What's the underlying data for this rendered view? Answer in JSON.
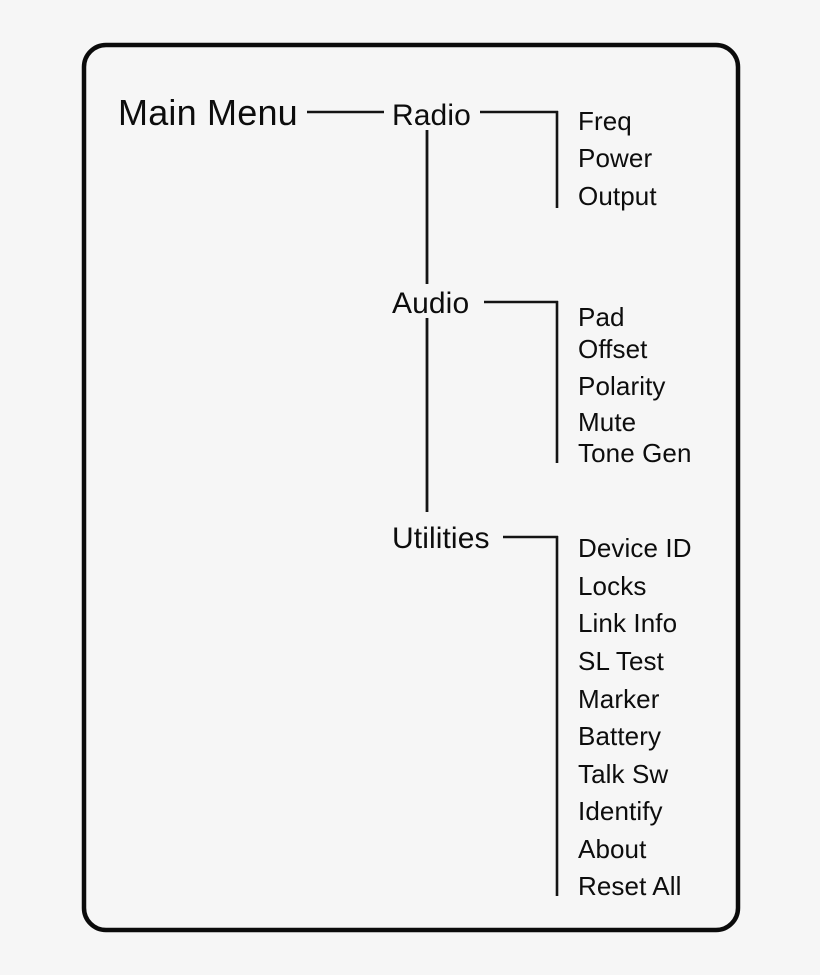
{
  "diagram": {
    "title": "Main Menu",
    "type": "menu-tree",
    "background_color": "#f6f6f6",
    "line_color": "#141414",
    "text_color": "#0d0d0d",
    "border_color": "#0b0b0b",
    "branches": [
      {
        "label": "Radio",
        "items": [
          {
            "label": "Freq"
          },
          {
            "label": "Power"
          },
          {
            "label": "Output"
          }
        ]
      },
      {
        "label": "Audio",
        "items": [
          {
            "label": "Pad"
          },
          {
            "label": "Offset"
          },
          {
            "label": "Polarity"
          },
          {
            "label": "Mute"
          },
          {
            "label": "Tone Gen"
          }
        ]
      },
      {
        "label": "Utilities",
        "items": [
          {
            "label": "Device ID"
          },
          {
            "label": "Locks"
          },
          {
            "label": "Link Info"
          },
          {
            "label": "SL Test"
          },
          {
            "label": "Marker"
          },
          {
            "label": "Battery"
          },
          {
            "label": "Talk Sw"
          },
          {
            "label": "Identify"
          },
          {
            "label": "About"
          },
          {
            "label": "Reset All"
          }
        ]
      }
    ]
  }
}
